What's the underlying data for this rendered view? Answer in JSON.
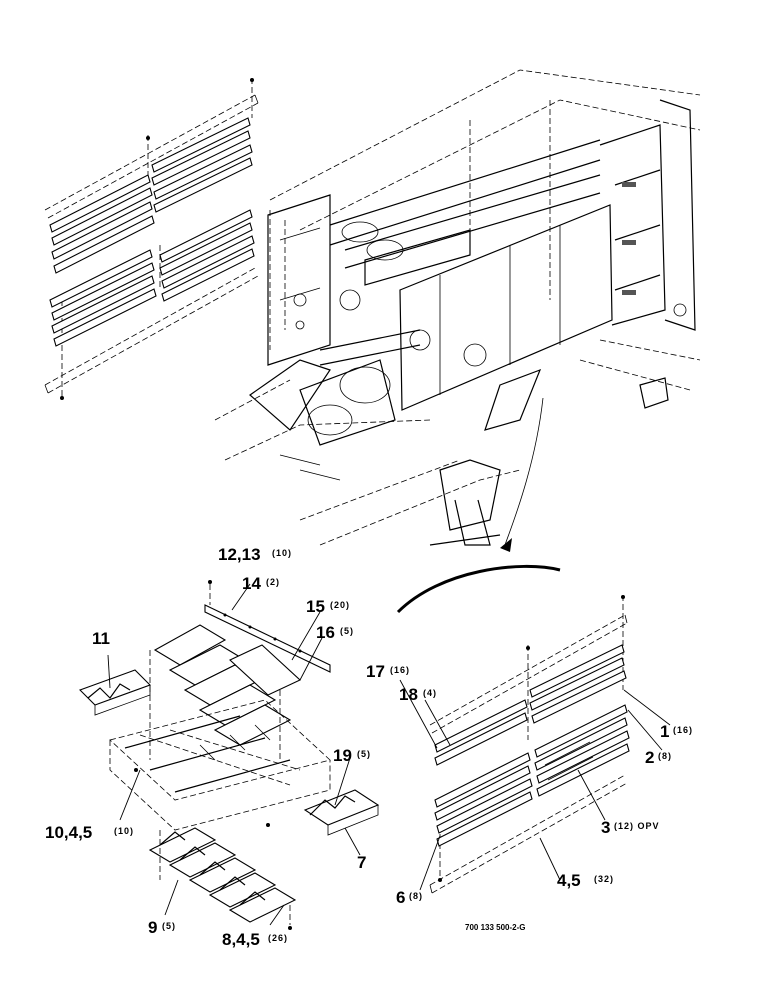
{
  "diagram": {
    "drawing_number": "700 133 500-2-G",
    "callouts": [
      {
        "id": "c12-13",
        "number": "12,13",
        "qty": "(10)"
      },
      {
        "id": "c14",
        "number": "14",
        "qty": "(2)"
      },
      {
        "id": "c15",
        "number": "15",
        "qty": "(20)"
      },
      {
        "id": "c16",
        "number": "16",
        "qty": "(5)"
      },
      {
        "id": "c11",
        "number": "11",
        "qty": ""
      },
      {
        "id": "c19",
        "number": "19",
        "qty": "(5)"
      },
      {
        "id": "c10-4-5",
        "number": "10,4,5",
        "qty": "(10)"
      },
      {
        "id": "c7",
        "number": "7",
        "qty": ""
      },
      {
        "id": "c9",
        "number": "9",
        "qty": "(5)"
      },
      {
        "id": "c8-4-5",
        "number": "8,4,5",
        "qty": "(26)"
      },
      {
        "id": "c17",
        "number": "17",
        "qty": "(16)"
      },
      {
        "id": "c18",
        "number": "18",
        "qty": "(4)"
      },
      {
        "id": "c1",
        "number": "1",
        "qty": "(16)"
      },
      {
        "id": "c2",
        "number": "2",
        "qty": "(8)"
      },
      {
        "id": "c3",
        "number": "3",
        "qty": "(12) OPV"
      },
      {
        "id": "c6",
        "number": "6",
        "qty": "(8)"
      },
      {
        "id": "c4-5",
        "number": "4,5",
        "qty": "(32)"
      }
    ]
  }
}
